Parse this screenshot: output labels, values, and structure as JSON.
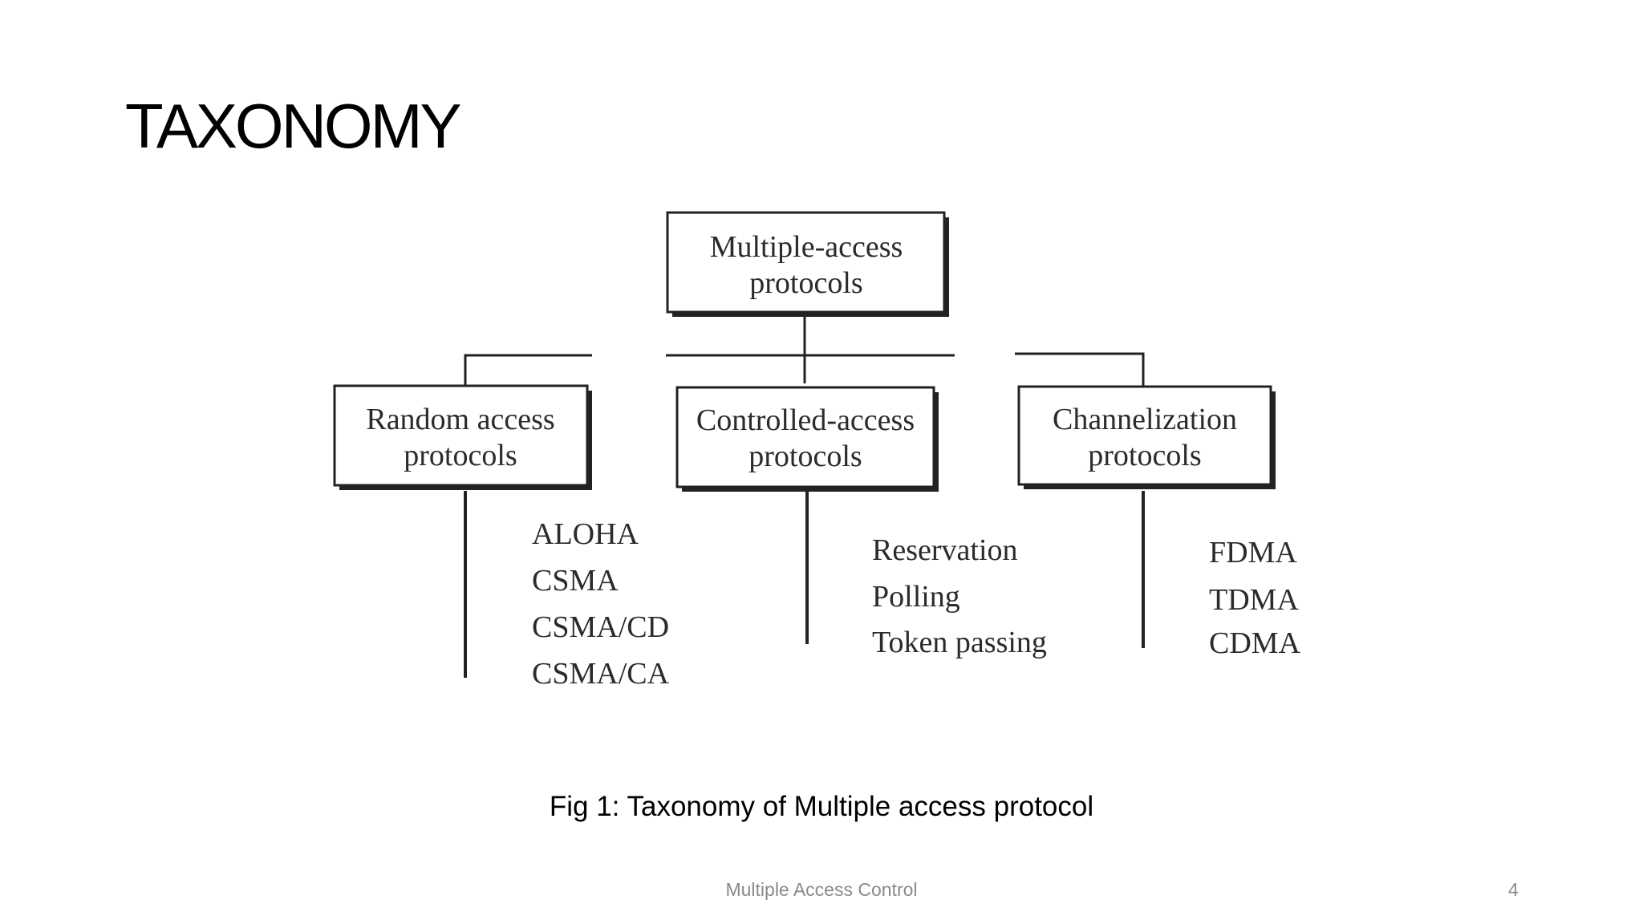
{
  "slide": {
    "title": "TAXONOMY",
    "caption": "Fig 1: Taxonomy of Multiple access protocol",
    "footer": "Multiple Access Control",
    "page_number": "4"
  },
  "diagram": {
    "root": {
      "line1": "Multiple-access",
      "line2": "protocols"
    },
    "branches": [
      {
        "line1": "Random access",
        "line2": "protocols",
        "items": [
          "ALOHA",
          "CSMA",
          "CSMA/CD",
          "CSMA/CA"
        ]
      },
      {
        "line1": "Controlled-access",
        "line2": "protocols",
        "items": [
          "Reservation",
          "Polling",
          "Token passing"
        ]
      },
      {
        "line1": "Channelization",
        "line2": "protocols",
        "items": [
          "FDMA",
          "TDMA",
          "CDMA"
        ]
      }
    ]
  }
}
